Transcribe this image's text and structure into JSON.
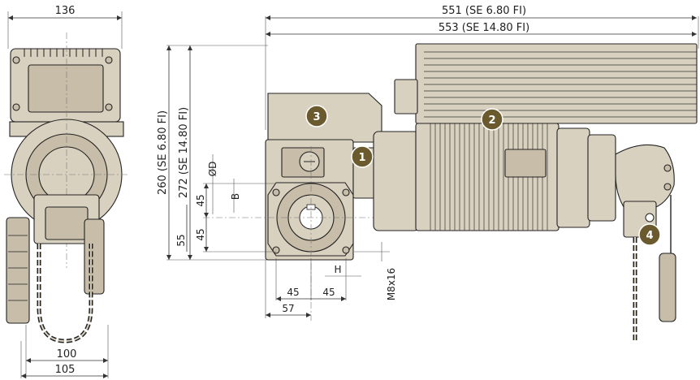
{
  "dimensions": {
    "front_width_top": "136",
    "front_width_100": "100",
    "front_width_105": "105",
    "length_a": "551 (SE 6.80 FI)",
    "length_b": "553 (SE 14.80 FI)",
    "height_a": "260 (SE 6.80 FI)",
    "height_b": "272 (SE 14.80 FI)",
    "dia": "ØD",
    "b": "B",
    "v45_a": "45",
    "v45_b": "45",
    "v55": "55",
    "h45_a": "45",
    "h45_b": "45",
    "h": "H",
    "h57": "57",
    "thread": "M8x16"
  },
  "badges": [
    {
      "label": "1"
    },
    {
      "label": "2"
    },
    {
      "label": "3"
    },
    {
      "label": "4"
    }
  ],
  "colors": {
    "badge": "#6b5a2e",
    "body": "#d9d1c0",
    "outline": "#222222"
  }
}
